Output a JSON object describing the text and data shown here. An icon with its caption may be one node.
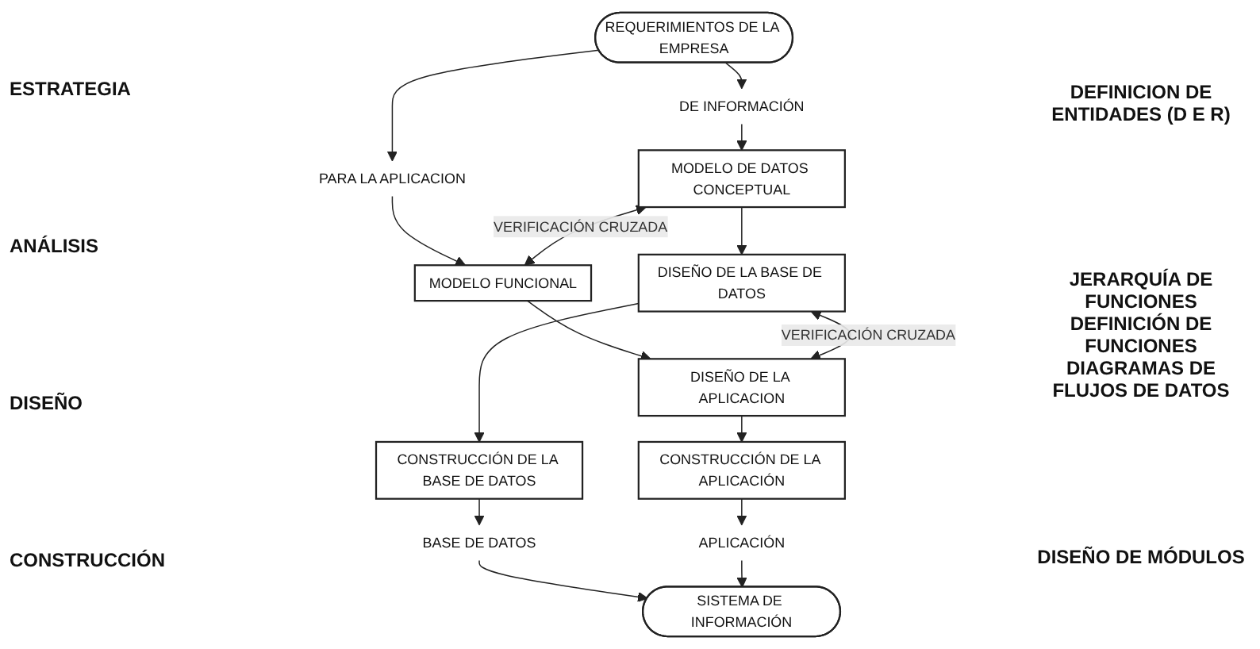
{
  "diagram": {
    "nodes": [
      {
        "text": [
          "REQUERIMIENTOS DE LA EMPRESA"
        ]
      },
      {
        "text": [
          "DE INFORMACIÓN"
        ]
      },
      {
        "text": [
          "PARA LA APLICACION"
        ]
      },
      {
        "text": [
          "MODELO DE DATOS CONCEPTUAL"
        ]
      },
      {
        "text": [
          "MODELO FUNCIONAL"
        ]
      },
      {
        "text": [
          "DISEÑO DE LA BASE DE DATOS"
        ]
      },
      {
        "text": [
          "DISEÑO DE LA APLICACION"
        ]
      },
      {
        "text": [
          "CONSTRUCCIÓN DE LA BASE DE DATOS"
        ]
      },
      {
        "text": [
          "CONSTRUCCIÓN DE LA APLICACIÓN"
        ]
      },
      {
        "text": [
          "BASE DE DATOS"
        ]
      },
      {
        "text": [
          "APLICACIÓN"
        ]
      },
      {
        "text": [
          "SISTEMA DE INFORMACIÓN"
        ]
      }
    ],
    "edges": [
      {
        "from": 0,
        "to": 1,
        "arrow": "to"
      },
      {
        "from": 0,
        "to": 2,
        "arrow": "to"
      },
      {
        "from": 1,
        "to": 3,
        "arrow": "to"
      },
      {
        "from": 2,
        "to": 4,
        "arrow": "to"
      },
      {
        "from": 3,
        "to": 4,
        "arrow": "both",
        "label": "VERIFICACIÓN CRUZADA"
      },
      {
        "from": 3,
        "to": 5,
        "arrow": "to"
      },
      {
        "from": 4,
        "to": 6,
        "arrow": "to"
      },
      {
        "from": 5,
        "to": 6,
        "arrow": "both",
        "label": "VERIFICACIÓN CRUZADA"
      },
      {
        "from": 5,
        "to": 7,
        "arrow": "to"
      },
      {
        "from": 6,
        "to": 8,
        "arrow": "to"
      },
      {
        "from": 7,
        "to": 9,
        "arrow": "to"
      },
      {
        "from": 8,
        "to": 10,
        "arrow": "to"
      },
      {
        "from": 9,
        "to": 11,
        "arrow": "to"
      },
      {
        "from": 10,
        "to": 11,
        "arrow": "to"
      }
    ],
    "labels": [
      "ESTRATEGIA",
      "ANÁLISIS",
      "DISEÑO",
      "CONSTRUCCIÓN",
      "DEFINICION DE ENTIDADES (D E R)",
      "JERARQUÍA DE FUNCIONES DEFINICIÓN DE FUNCIONES DIAGRAMAS DE FLUJOS DE DATOS",
      "DISEÑO DE MÓDULOS"
    ]
  }
}
